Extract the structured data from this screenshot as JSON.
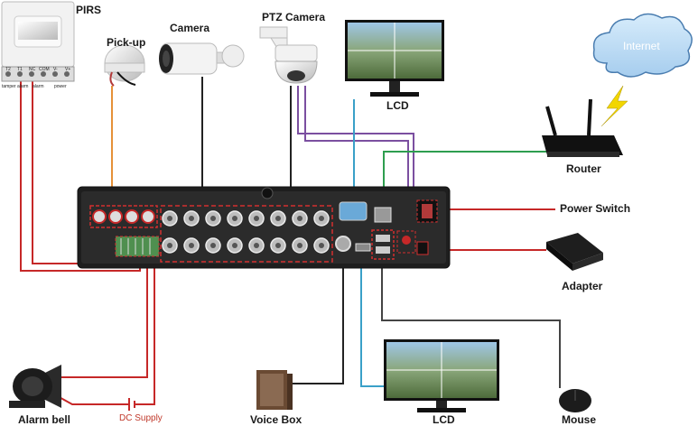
{
  "devices": {
    "pirs": "PIRS",
    "pickup": "Pick-up",
    "camera": "Camera",
    "ptz_camera": "PTZ Camera",
    "lcd_top": "LCD",
    "internet": "Internet",
    "router": "Router",
    "power_switch": "Power Switch",
    "adapter": "Adapter",
    "mouse": "Mouse",
    "lcd_bottom": "LCD",
    "voice_box": "Voice Box",
    "alarm_bell": "Alarm bell",
    "dc_supply": "DC Supply"
  },
  "pirs_terminals": [
    "T2",
    "T1",
    "NC",
    "COM",
    "V-",
    "V+"
  ],
  "pirs_terminal_groups": [
    "tamper alarm",
    "alarm",
    "power"
  ],
  "colors": {
    "alarm_wire": "#c62828",
    "audio_wire": "#e69138",
    "video_wire": "#222222",
    "ptz_wire": "#7b4fa0",
    "vga_wire": "#3aa0c8",
    "net_wire": "#2e9e4f",
    "panel_marking": "#d32f2f"
  }
}
